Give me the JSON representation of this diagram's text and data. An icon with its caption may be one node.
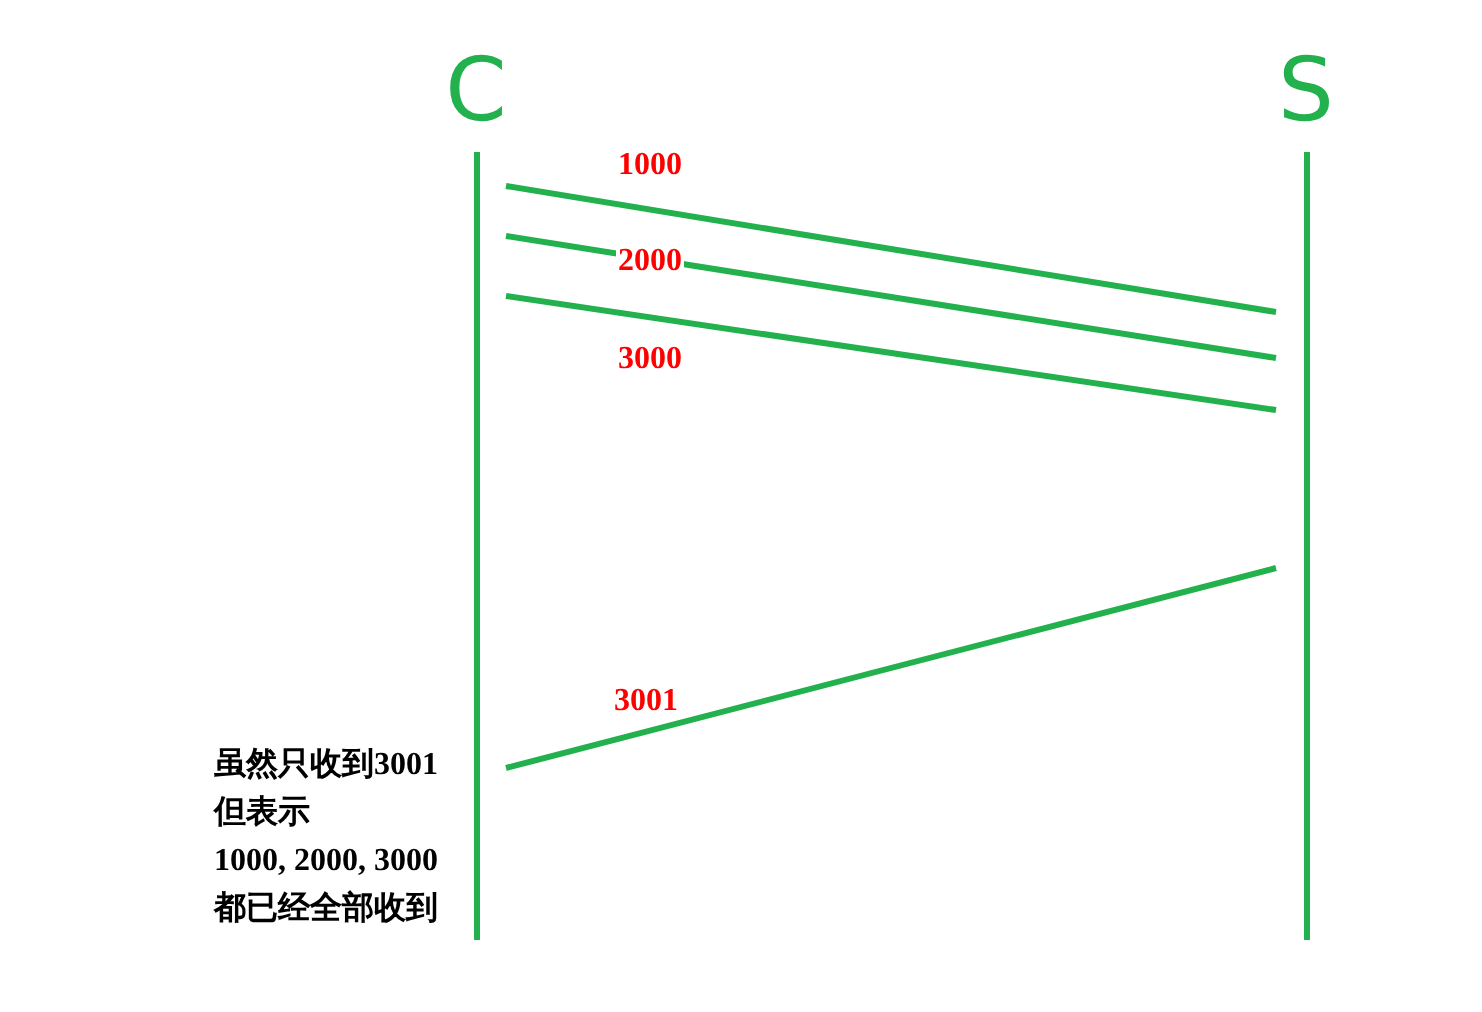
{
  "diagram": {
    "nodes": [
      {
        "text": [
          "C"
        ]
      },
      {
        "text": [
          "S"
        ]
      }
    ],
    "edges": [
      {
        "from": 0,
        "to": 1,
        "arrow": "none",
        "label": "1000"
      },
      {
        "from": 0,
        "to": 1,
        "arrow": "none",
        "label": "2000"
      },
      {
        "from": 0,
        "to": 1,
        "arrow": "none",
        "label": "3000"
      },
      {
        "from": 1,
        "to": 0,
        "arrow": "none",
        "label": "3001"
      }
    ],
    "labels": [
      "虽然只收到3001",
      "但表示",
      "1000, 2000, 3000",
      "都已经全部收到"
    ]
  }
}
